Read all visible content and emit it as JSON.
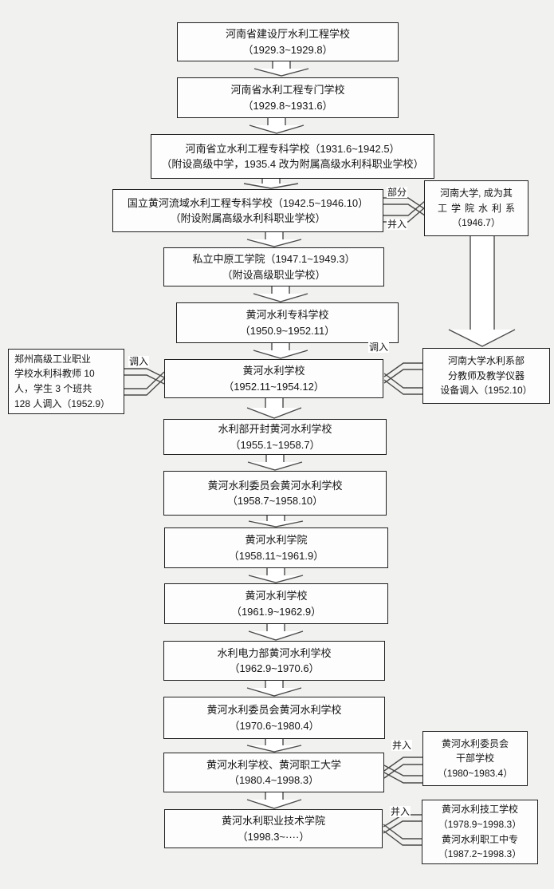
{
  "diagram": {
    "description": "校史沿革流程图",
    "nodes": {
      "s1929a": {
        "name": "河南省建设厅水利工程学校",
        "dates": "（1929.3~1929.8）"
      },
      "s1929b": {
        "name": "河南省水利工程专门学校",
        "dates": "（1929.8~1931.6）"
      },
      "s1931": {
        "name": "河南省立水利工程专科学校（1931.6~1942.5）",
        "note": "（附设高级中学，1935.4 改为附属高级水利科职业学校）"
      },
      "s1942": {
        "name": "国立黄河流域水利工程专科学校（1942.5~1946.10）",
        "note": "（附设附属高级水利科职业学校）"
      },
      "henan_univ": {
        "line1": "河南大学, 成为其",
        "line2": "工学院水利系",
        "dates": "（1946.7）"
      },
      "s1947": {
        "name": "私立中原工学院（1947.1~1949.3）",
        "note": "（附设高级职业学校）"
      },
      "s1950": {
        "name": "黄河水利专科学校",
        "dates": "（1950.9~1952.11）"
      },
      "s1952": {
        "name": "黄河水利学校",
        "dates": "（1952.11~1954.12）"
      },
      "zhengzhou": {
        "line1": "郑州高级工业职业",
        "line2": "学校水利科教师 10",
        "line3": "人，学生 3 个班共",
        "line4": "128 人调入（1952.9）"
      },
      "henan_dept": {
        "line1": "河南大学水利系部",
        "line2": "分教师及教学仪器",
        "line3": "设备调入（1952.10）"
      },
      "s1955": {
        "name": "水利部开封黄河水利学校",
        "dates": "（1955.1~1958.7）"
      },
      "s1958a": {
        "name": "黄河水利委员会黄河水利学校",
        "dates": "（1958.7~1958.10）"
      },
      "s1958b": {
        "name": "黄河水利学院",
        "dates": "（1958.11~1961.9）"
      },
      "s1961": {
        "name": "黄河水利学校",
        "dates": "（1961.9~1962.9）"
      },
      "s1962": {
        "name": "水利电力部黄河水利学校",
        "dates": "（1962.9~1970.6）"
      },
      "s1970": {
        "name": "黄河水利委员会黄河水利学校",
        "dates": "（1970.6~1980.4）"
      },
      "s1980": {
        "name": "黄河水利学校、黄河职工大学",
        "dates": "（1980.4~1998.3）"
      },
      "ganbu": {
        "line1": "黄河水利委员会",
        "line2": "干部学校",
        "dates": "（1980~1983.4）"
      },
      "s1998": {
        "name": "黄河水利职业技术学院",
        "dates": "（1998.3~····）"
      },
      "jigong": {
        "line1": "黄河水利技工学校",
        "line2": "（1978.9~1998.3）",
        "line3": "黄河水利职工中专",
        "line4": "（1987.2~1998.3）"
      }
    },
    "edge_labels": {
      "partial_1946": "部分",
      "merge_1946": "并入",
      "transfer_1952_left": "调入",
      "transfer_1952_right": "调入",
      "merge_1980": "并入",
      "merge_1998": "并入"
    },
    "colors": {
      "background": "#f1f1ef",
      "box_fill": "#fdfdfd",
      "box_border": "#1f1f1f",
      "arrow_stroke": "#4a4a4a"
    }
  }
}
